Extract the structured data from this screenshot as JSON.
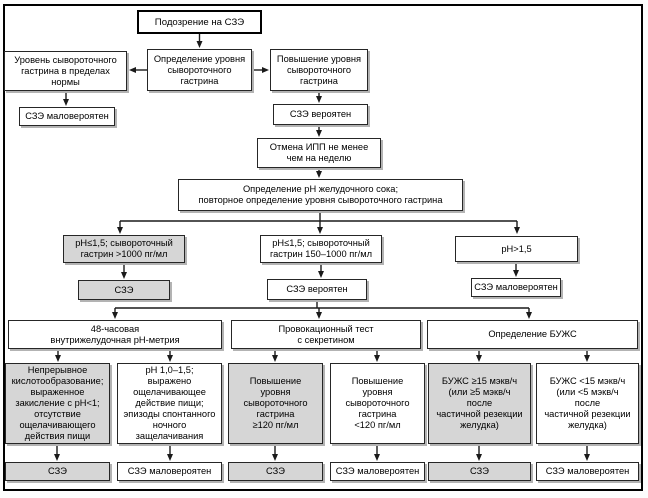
{
  "colors": {
    "highlight_fill": "#d6d6d6",
    "box_fill": "#ffffff",
    "line_color": "#1a1a1a",
    "frame_border": "#000000"
  },
  "nodes": {
    "suspicion": "Подозрение на СЗЭ",
    "serum_gastrin_test": "Определение уровня\nсывороточного\nгастрина",
    "normal_level": "Уровень сывороточного\nгастрина в пределах\nнормы",
    "sze_unlikely_1": "СЗЭ маловероятен",
    "elevated_level": "Повышение уровня\nсывороточного\nгастрина",
    "sze_likely_1": "СЗЭ вероятен",
    "ppi_withdrawal": "Отмена ИПП не менее\nчем на неделю",
    "ph_gastrin_retest": "Определение рН желудочного сока;\nповторное определение уровня сывороточного гастрина",
    "branch_high_gastrin": "рН≤1,5; сывороточный\nгастрин >1000 пг/мл",
    "branch_mid_gastrin": "рН≤1,5; сывороточный\nгастрин 150–1000 пг/мл",
    "branch_high_ph": "рН>1,5",
    "sze_confirmed_1": "СЗЭ",
    "sze_likely_2": "СЗЭ вероятен",
    "sze_unlikely_2": "СЗЭ маловероятен",
    "test_ph_metry": "48-часовая\nвнутрижелудочная рН-метрия",
    "test_secretin": "Провокационный тест\nс секретином",
    "test_bao": "Определение БУЖС",
    "out_continuous_acid": "Непрерывное\nкислотообразование;\nвыраженное\nзакисление с рН<1;\nотсутствие\nощелачивающего\nдействия пищи",
    "out_alkalizing": "рН 1,0–1,5;\nвыражено\nощелачивающее\nдействие пищи;\nэпизоды спонтанного\nночного\nзащелачивания",
    "out_gastrin_rise_high": "Повышение\nуровня\nсывороточного\nгастрина\n≥120 пг/мл",
    "out_gastrin_rise_low": "Повышение\nуровня\nсывороточного\nгастрина\n<120 пг/мл",
    "out_bao_high": "БУЖС ≥15 мэкв/ч\n(или ≥5 мэкв/ч\nпосле\nчастичной резекции\nжелудка)",
    "out_bao_low": "БУЖС <15 мэкв/ч\n(или <5 мэкв/ч\nпосле\nчастичной резекции\nжелудка)",
    "result_1": "СЗЭ",
    "result_2": "СЗЭ маловероятен",
    "result_3": "СЗЭ",
    "result_4": "СЗЭ маловероятен",
    "result_5": "СЗЭ",
    "result_6": "СЗЭ маловероятен"
  }
}
